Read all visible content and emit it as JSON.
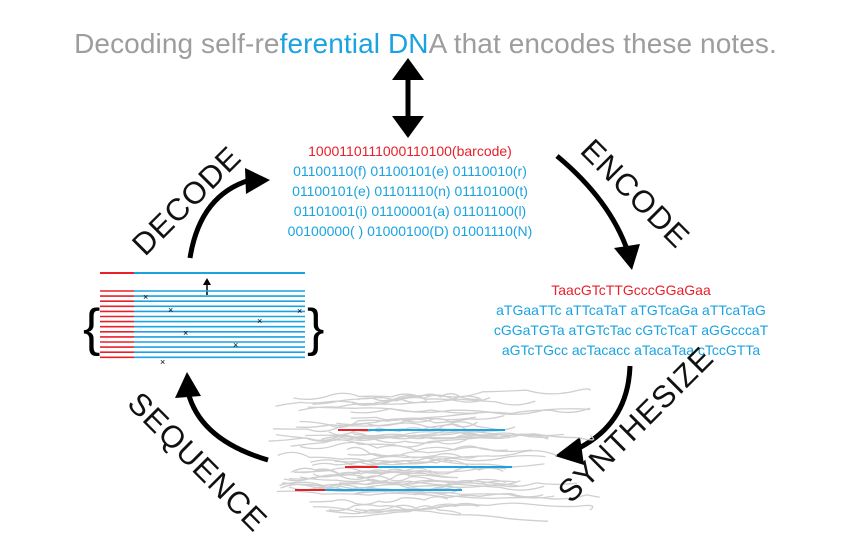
{
  "title": {
    "prefix": "Decoding self-re",
    "highlight": "ferential DN",
    "suffix": "A that encodes these notes."
  },
  "binary": {
    "barcode": "1000110111000110100(barcode)",
    "lines": [
      "01100110(f) 01100101(e) 01110010(r)",
      "01100101(e) 01101110(n) 01110100(t)",
      "01101001(i) 01100001(a) 01101100(l)",
      "00100000( ) 01000100(D) 01001110(N)"
    ]
  },
  "dna": {
    "barcode": "TaacGTcTTGcccGGaGaa",
    "lines": [
      "aTGaaTTc aTTcaTaT aTGTcaGa aTTcaTaG",
      "cGGaTGTa aTGTcTac cGTcTcaT aGGcccaT",
      "aGTcTGcc acTacacc aTacaTaa cTccGTTa"
    ]
  },
  "steps": {
    "encode": "ENCODE",
    "synthesize": "SYNTHESIZE",
    "sequence": "SEQUENCE",
    "decode": "DECODE"
  },
  "colors": {
    "barcode": "#e8202a",
    "payload": "#1aa3e0",
    "title": "#9d9d9d",
    "arrows": "#000000"
  }
}
